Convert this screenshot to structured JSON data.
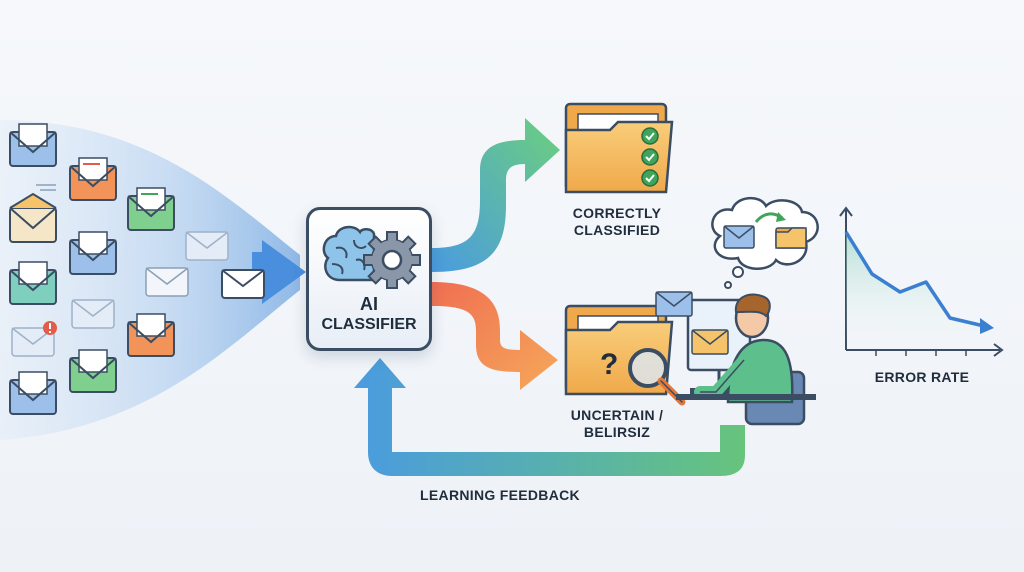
{
  "classifier": {
    "title": "AI",
    "subtitle": "CLASSIFIER"
  },
  "outputs": {
    "correct_line1": "CORRECTLY",
    "correct_line2": "CLASSIFIED",
    "uncertain_line1": "UNCERTAIN /",
    "uncertain_line2": "BELIRSIZ"
  },
  "feedback": {
    "label": "LEARNING FEEDBACK"
  },
  "chart": {
    "label": "ERROR RATE"
  },
  "colors": {
    "outline": "#3b4d63",
    "folder": "#f4b860",
    "check": "#3fa55b",
    "arrow_blue": "#4a9be0",
    "arrow_green": "#5cc27a",
    "arrow_orange": "#f08a4b",
    "email_blue": "#9cc0ea",
    "email_green": "#7fcf8f",
    "email_orange": "#f2935a",
    "email_yellow": "#f5c46a"
  }
}
